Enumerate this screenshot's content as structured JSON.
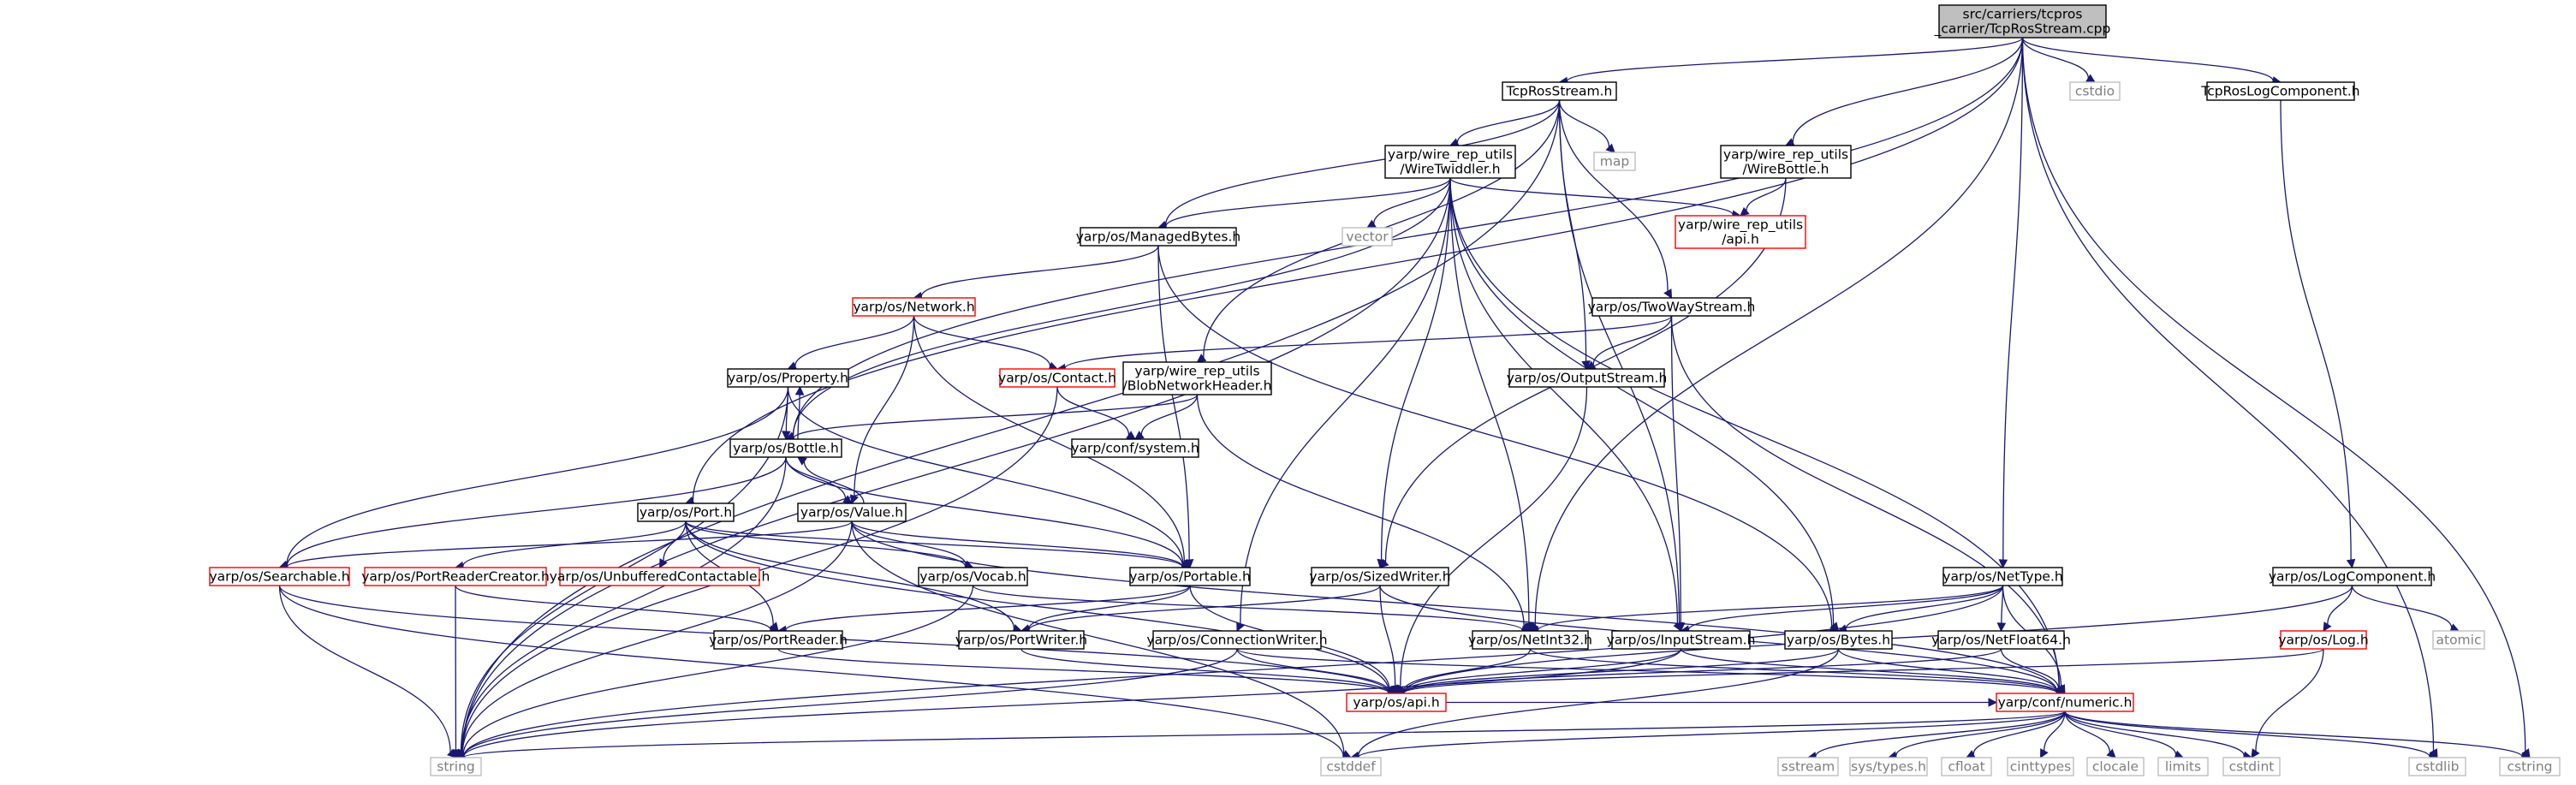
{
  "diagram": {
    "colors": {
      "edge": "#191970",
      "root_fill": "#bfbfbf",
      "normal_border": "#000000",
      "truncated_border": "#ff0000",
      "external_border": "#bfbfbf",
      "external_text": "#7f7f7f"
    },
    "nodes": [
      {
        "id": "root",
        "lines": [
          "src/carriers/tcpros",
          "_carrier/TcpRosStream.cpp"
        ],
        "kind": "root"
      },
      {
        "id": "tcprosstream_h",
        "lines": [
          "TcpRosStream.h"
        ],
        "kind": "normal"
      },
      {
        "id": "cstdio",
        "lines": [
          "cstdio"
        ],
        "kind": "external"
      },
      {
        "id": "tcproslogcomponent_h",
        "lines": [
          "TcpRosLogComponent.h"
        ],
        "kind": "normal"
      },
      {
        "id": "wirebottle_h",
        "lines": [
          "yarp/wire_rep_utils",
          "/WireBottle.h"
        ],
        "kind": "normal"
      },
      {
        "id": "wiretwiddler_h",
        "lines": [
          "yarp/wire_rep_utils",
          "/WireTwiddler.h"
        ],
        "kind": "normal"
      },
      {
        "id": "map",
        "lines": [
          "map"
        ],
        "kind": "external"
      },
      {
        "id": "vector",
        "lines": [
          "vector"
        ],
        "kind": "external"
      },
      {
        "id": "wire_api_h",
        "lines": [
          "yarp/wire_rep_utils",
          "/api.h"
        ],
        "kind": "truncated"
      },
      {
        "id": "managedbytes_h",
        "lines": [
          "yarp/os/ManagedBytes.h"
        ],
        "kind": "normal"
      },
      {
        "id": "network_h",
        "lines": [
          "yarp/os/Network.h"
        ],
        "kind": "truncated"
      },
      {
        "id": "twowaystream_h",
        "lines": [
          "yarp/os/TwoWayStream.h"
        ],
        "kind": "normal"
      },
      {
        "id": "property_h",
        "lines": [
          "yarp/os/Property.h"
        ],
        "kind": "normal"
      },
      {
        "id": "contact_h",
        "lines": [
          "yarp/os/Contact.h"
        ],
        "kind": "truncated"
      },
      {
        "id": "blobnetworkheader_h",
        "lines": [
          "yarp/wire_rep_utils",
          "/BlobNetworkHeader.h"
        ],
        "kind": "normal"
      },
      {
        "id": "outputstream_h",
        "lines": [
          "yarp/os/OutputStream.h"
        ],
        "kind": "normal"
      },
      {
        "id": "bottle_h",
        "lines": [
          "yarp/os/Bottle.h"
        ],
        "kind": "normal"
      },
      {
        "id": "system_h",
        "lines": [
          "yarp/conf/system.h"
        ],
        "kind": "normal"
      },
      {
        "id": "port_h",
        "lines": [
          "yarp/os/Port.h"
        ],
        "kind": "normal"
      },
      {
        "id": "value_h",
        "lines": [
          "yarp/os/Value.h"
        ],
        "kind": "normal"
      },
      {
        "id": "searchable_h",
        "lines": [
          "yarp/os/Searchable.h"
        ],
        "kind": "truncated"
      },
      {
        "id": "portreadercreator_h",
        "lines": [
          "yarp/os/PortReaderCreator.h"
        ],
        "kind": "truncated"
      },
      {
        "id": "unbufferedcontactable_h",
        "lines": [
          "yarp/os/UnbufferedContactable.h"
        ],
        "kind": "truncated"
      },
      {
        "id": "vocab_h",
        "lines": [
          "yarp/os/Vocab.h"
        ],
        "kind": "normal"
      },
      {
        "id": "portable_h",
        "lines": [
          "yarp/os/Portable.h"
        ],
        "kind": "normal"
      },
      {
        "id": "sizedwriter_h",
        "lines": [
          "yarp/os/SizedWriter.h"
        ],
        "kind": "normal"
      },
      {
        "id": "nettype_h",
        "lines": [
          "yarp/os/NetType.h"
        ],
        "kind": "normal"
      },
      {
        "id": "logcomponent_h",
        "lines": [
          "yarp/os/LogComponent.h"
        ],
        "kind": "normal"
      },
      {
        "id": "portreader_h",
        "lines": [
          "yarp/os/PortReader.h"
        ],
        "kind": "normal"
      },
      {
        "id": "portwriter_h",
        "lines": [
          "yarp/os/PortWriter.h"
        ],
        "kind": "normal"
      },
      {
        "id": "connectionwriter_h",
        "lines": [
          "yarp/os/ConnectionWriter.h"
        ],
        "kind": "normal"
      },
      {
        "id": "netint32_h",
        "lines": [
          "yarp/os/NetInt32.h"
        ],
        "kind": "normal"
      },
      {
        "id": "inputstream_h",
        "lines": [
          "yarp/os/InputStream.h"
        ],
        "kind": "normal"
      },
      {
        "id": "bytes_h",
        "lines": [
          "yarp/os/Bytes.h"
        ],
        "kind": "normal"
      },
      {
        "id": "netfloat64_h",
        "lines": [
          "yarp/os/NetFloat64.h"
        ],
        "kind": "normal"
      },
      {
        "id": "log_h",
        "lines": [
          "yarp/os/Log.h"
        ],
        "kind": "truncated"
      },
      {
        "id": "atomic",
        "lines": [
          "atomic"
        ],
        "kind": "external"
      },
      {
        "id": "api_h",
        "lines": [
          "yarp/os/api.h"
        ],
        "kind": "truncated"
      },
      {
        "id": "numeric_h",
        "lines": [
          "yarp/conf/numeric.h"
        ],
        "kind": "truncated"
      },
      {
        "id": "string",
        "lines": [
          "string"
        ],
        "kind": "external"
      },
      {
        "id": "cstddef",
        "lines": [
          "cstddef"
        ],
        "kind": "external"
      },
      {
        "id": "sstream",
        "lines": [
          "sstream"
        ],
        "kind": "external"
      },
      {
        "id": "systypes_h",
        "lines": [
          "sys/types.h"
        ],
        "kind": "external"
      },
      {
        "id": "cfloat",
        "lines": [
          "cfloat"
        ],
        "kind": "external"
      },
      {
        "id": "cinttypes",
        "lines": [
          "cinttypes"
        ],
        "kind": "external"
      },
      {
        "id": "clocale",
        "lines": [
          "clocale"
        ],
        "kind": "external"
      },
      {
        "id": "limits",
        "lines": [
          "limits"
        ],
        "kind": "external"
      },
      {
        "id": "cstdint",
        "lines": [
          "cstdint"
        ],
        "kind": "external"
      },
      {
        "id": "cstdlib",
        "lines": [
          "cstdlib"
        ],
        "kind": "external"
      },
      {
        "id": "cstring",
        "lines": [
          "cstring"
        ],
        "kind": "external"
      }
    ],
    "edges": [
      [
        "root",
        "tcprosstream_h"
      ],
      [
        "root",
        "cstdio"
      ],
      [
        "root",
        "tcproslogcomponent_h"
      ],
      [
        "root",
        "wirebottle_h"
      ],
      [
        "root",
        "bottle_h"
      ],
      [
        "root",
        "port_h"
      ],
      [
        "root",
        "netint32_h"
      ],
      [
        "root",
        "nettype_h"
      ],
      [
        "root",
        "cstdlib"
      ],
      [
        "root",
        "cstring"
      ],
      [
        "tcprosstream_h",
        "wiretwiddler_h"
      ],
      [
        "tcprosstream_h",
        "map"
      ],
      [
        "tcprosstream_h",
        "managedbytes_h"
      ],
      [
        "tcprosstream_h",
        "blobnetworkheader_h"
      ],
      [
        "tcprosstream_h",
        "twowaystream_h"
      ],
      [
        "tcprosstream_h",
        "outputstream_h"
      ],
      [
        "tcprosstream_h",
        "inputstream_h"
      ],
      [
        "tcprosstream_h",
        "string"
      ],
      [
        "tcproslogcomponent_h",
        "logcomponent_h"
      ],
      [
        "wirebottle_h",
        "wire_api_h"
      ],
      [
        "wirebottle_h",
        "sizedwriter_h"
      ],
      [
        "wiretwiddler_h",
        "vector"
      ],
      [
        "wiretwiddler_h",
        "wire_api_h"
      ],
      [
        "wiretwiddler_h",
        "managedbytes_h"
      ],
      [
        "wiretwiddler_h",
        "bottle_h"
      ],
      [
        "wiretwiddler_h",
        "sizedwriter_h"
      ],
      [
        "wiretwiddler_h",
        "connectionwriter_h"
      ],
      [
        "wiretwiddler_h",
        "inputstream_h"
      ],
      [
        "wiretwiddler_h",
        "netint32_h"
      ],
      [
        "wiretwiddler_h",
        "bytes_h"
      ],
      [
        "wiretwiddler_h",
        "numeric_h"
      ],
      [
        "wiretwiddler_h",
        "string"
      ],
      [
        "managedbytes_h",
        "network_h"
      ],
      [
        "managedbytes_h",
        "portable_h"
      ],
      [
        "managedbytes_h",
        "bytes_h"
      ],
      [
        "network_h",
        "property_h"
      ],
      [
        "network_h",
        "contact_h"
      ],
      [
        "network_h",
        "value_h"
      ],
      [
        "network_h",
        "portable_h"
      ],
      [
        "twowaystream_h",
        "contact_h"
      ],
      [
        "twowaystream_h",
        "outputstream_h"
      ],
      [
        "twowaystream_h",
        "inputstream_h"
      ],
      [
        "twowaystream_h",
        "numeric_h"
      ],
      [
        "property_h",
        "bottle_h"
      ],
      [
        "property_h",
        "searchable_h"
      ],
      [
        "property_h",
        "portable_h"
      ],
      [
        "property_h",
        "string"
      ],
      [
        "contact_h",
        "system_h"
      ],
      [
        "contact_h",
        "string"
      ],
      [
        "blobnetworkheader_h",
        "bottle_h"
      ],
      [
        "blobnetworkheader_h",
        "system_h"
      ],
      [
        "blobnetworkheader_h",
        "netint32_h"
      ],
      [
        "outputstream_h",
        "api_h"
      ],
      [
        "bottle_h",
        "property_h"
      ],
      [
        "bottle_h",
        "value_h"
      ],
      [
        "bottle_h",
        "searchable_h"
      ],
      [
        "bottle_h",
        "portable_h"
      ],
      [
        "bottle_h",
        "string"
      ],
      [
        "value_h",
        "bottle_h"
      ],
      [
        "value_h",
        "searchable_h"
      ],
      [
        "value_h",
        "vocab_h"
      ],
      [
        "value_h",
        "portable_h"
      ],
      [
        "value_h",
        "numeric_h"
      ],
      [
        "value_h",
        "cstddef"
      ],
      [
        "value_h",
        "string"
      ],
      [
        "port_h",
        "portreadercreator_h"
      ],
      [
        "port_h",
        "unbufferedcontactable_h"
      ],
      [
        "port_h",
        "vocab_h"
      ],
      [
        "port_h",
        "portable_h"
      ],
      [
        "port_h",
        "portreader_h"
      ],
      [
        "port_h",
        "portwriter_h"
      ],
      [
        "port_h",
        "api_h"
      ],
      [
        "searchable_h",
        "string"
      ],
      [
        "searchable_h",
        "cstddef"
      ],
      [
        "searchable_h",
        "api_h"
      ],
      [
        "portreadercreator_h",
        "portreader_h"
      ],
      [
        "portreadercreator_h",
        "string"
      ],
      [
        "vocab_h",
        "netint32_h"
      ],
      [
        "vocab_h",
        "string"
      ],
      [
        "portable_h",
        "portreader_h"
      ],
      [
        "portable_h",
        "portwriter_h"
      ],
      [
        "portable_h",
        "api_h"
      ],
      [
        "sizedwriter_h",
        "portwriter_h"
      ],
      [
        "sizedwriter_h",
        "api_h"
      ],
      [
        "sizedwriter_h",
        "numeric_h"
      ],
      [
        "nettype_h",
        "netint32_h"
      ],
      [
        "nettype_h",
        "netfloat64_h"
      ],
      [
        "nettype_h",
        "bytes_h"
      ],
      [
        "nettype_h",
        "inputstream_h"
      ],
      [
        "nettype_h",
        "numeric_h"
      ],
      [
        "nettype_h",
        "string"
      ],
      [
        "logcomponent_h",
        "log_h"
      ],
      [
        "logcomponent_h",
        "atomic"
      ],
      [
        "logcomponent_h",
        "api_h"
      ],
      [
        "portreader_h",
        "api_h"
      ],
      [
        "portwriter_h",
        "api_h"
      ],
      [
        "connectionwriter_h",
        "api_h"
      ],
      [
        "connectionwriter_h",
        "numeric_h"
      ],
      [
        "connectionwriter_h",
        "string"
      ],
      [
        "netint32_h",
        "api_h"
      ],
      [
        "netint32_h",
        "numeric_h"
      ],
      [
        "inputstream_h",
        "api_h"
      ],
      [
        "inputstream_h",
        "numeric_h"
      ],
      [
        "inputstream_h",
        "string"
      ],
      [
        "bytes_h",
        "api_h"
      ],
      [
        "bytes_h",
        "numeric_h"
      ],
      [
        "bytes_h",
        "cstddef"
      ],
      [
        "netfloat64_h",
        "api_h"
      ],
      [
        "netfloat64_h",
        "numeric_h"
      ],
      [
        "log_h",
        "api_h"
      ],
      [
        "log_h",
        "cstdint"
      ],
      [
        "api_h",
        "numeric_h"
      ],
      [
        "numeric_h",
        "string"
      ],
      [
        "numeric_h",
        "cstddef"
      ],
      [
        "numeric_h",
        "sstream"
      ],
      [
        "numeric_h",
        "systypes_h"
      ],
      [
        "numeric_h",
        "cfloat"
      ],
      [
        "numeric_h",
        "cinttypes"
      ],
      [
        "numeric_h",
        "clocale"
      ],
      [
        "numeric_h",
        "limits"
      ],
      [
        "numeric_h",
        "cstdint"
      ],
      [
        "numeric_h",
        "cstdlib"
      ],
      [
        "numeric_h",
        "cstring"
      ]
    ]
  }
}
